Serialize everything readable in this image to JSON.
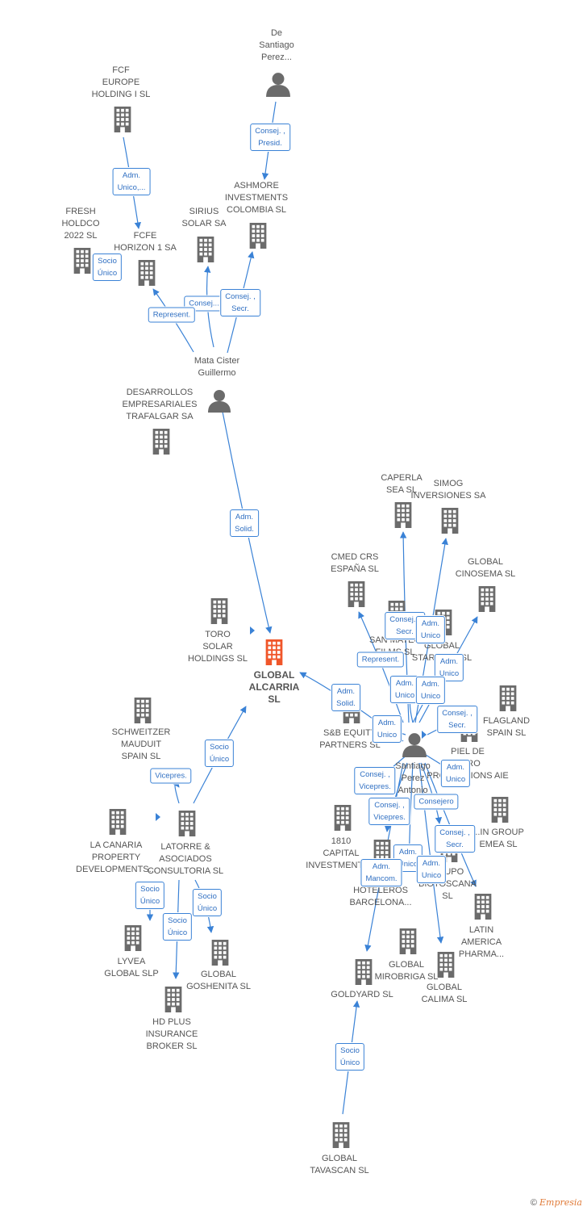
{
  "diagram": {
    "companies": [
      {
        "id": "global-alcarria",
        "label": "GLOBAL\nALCARRIA\nSL",
        "main": true
      },
      {
        "id": "fcf-europe",
        "label": "FCF\nEUROPE\nHOLDING I  SL"
      },
      {
        "id": "ashmore",
        "label": "ASHMORE\nINVESTMENTS\nCOLOMBIA SL"
      },
      {
        "id": "fresh-holdco",
        "label": "FRESH\nHOLDCO\n2022  SL"
      },
      {
        "id": "sirius",
        "label": "SIRIUS\nSOLAR SA"
      },
      {
        "id": "fcfe-horizon",
        "label": "FCFE\nHORIZON 1 SA"
      },
      {
        "id": "desarrollos",
        "label": "DESARROLLOS\nEMPRESARIALES\nTRAFALGAR SA"
      },
      {
        "id": "toro-solar",
        "label": "TORO\nSOLAR\nHOLDINGS  SL"
      },
      {
        "id": "schweitzer",
        "label": "SCHWEITZER\nMAUDUIT\nSPAIN SL"
      },
      {
        "id": "la-canaria",
        "label": "LA CANARIA\nPROPERTY\nDEVELOPMENTS..."
      },
      {
        "id": "latorre",
        "label": "LATORRE &\nASOCIADOS\nCONSULTORIA SL"
      },
      {
        "id": "lyvea",
        "label": "LYVEA\nGLOBAL  SLP"
      },
      {
        "id": "global-goshenita",
        "label": "GLOBAL\nGOSHENITA SL"
      },
      {
        "id": "hd-plus",
        "label": "HD PLUS\nINSURANCE\nBROKER  SL"
      },
      {
        "id": "caperla",
        "label": "CAPERLA\nSEA SL"
      },
      {
        "id": "simog",
        "label": "SIMOG\nINVERSIONES SA"
      },
      {
        "id": "cmed",
        "label": "CMED CRS\nESPAÑA  SL"
      },
      {
        "id": "global-cinosema",
        "label": "GLOBAL\nCINOSEMA SL"
      },
      {
        "id": "san-mateo",
        "label": "SAN MATEO\nFILMS SL"
      },
      {
        "id": "global-startup",
        "label": "GLOBAL\nSTARTUPS SL"
      },
      {
        "id": "sb-equity",
        "label": "S&B EQUITY\nPARTNERS  SL"
      },
      {
        "id": "flagland",
        "label": "FLAGLAND\nSPAIN SL"
      },
      {
        "id": "piel-de-toro",
        "label": "PIEL DE\nTORO\nPRODUCTIONS AIE"
      },
      {
        "id": "1810-capital",
        "label": "1810\nCAPITAL\nINVESTMENTS..."
      },
      {
        "id": "hoteleros",
        "label": "...DE\nHOTELEROS\nBARCELONA..."
      },
      {
        "id": "grupo-biotoscana",
        "label": "GRUPO\nBIOTOSCANA\nSL"
      },
      {
        "id": "pin-group",
        "label": "...IN GROUP\nEMEA  SL"
      },
      {
        "id": "latin-america",
        "label": "LATIN\nAMERICA\nPHARMA..."
      },
      {
        "id": "global-mirobriga",
        "label": "GLOBAL\nMIROBRIGA SL"
      },
      {
        "id": "global-calima",
        "label": "GLOBAL\nCALIMA SL"
      },
      {
        "id": "goldyard",
        "label": "GOLDYARD SL"
      },
      {
        "id": "global-tavascan",
        "label": "GLOBAL\nTAVASCAN  SL"
      }
    ],
    "persons": [
      {
        "id": "de-santiago",
        "label": "De\nSantiago\nPerez..."
      },
      {
        "id": "mata-cister",
        "label": "Mata Cister\nGuillermo"
      },
      {
        "id": "santiago-perez",
        "label": "Santiago\nPerez\nAntonio"
      }
    ],
    "relations": [
      {
        "id": "r1",
        "label": "Adm.\nUnico,..."
      },
      {
        "id": "r2",
        "label": "Consej. ,\nPresid."
      },
      {
        "id": "r3",
        "label": "Socio\nÚnico"
      },
      {
        "id": "r4",
        "label": "Consej..."
      },
      {
        "id": "r5",
        "label": "Consej. ,\nSecr."
      },
      {
        "id": "r6",
        "label": "Represent."
      },
      {
        "id": "r7",
        "label": "Adm.\nSolid."
      },
      {
        "id": "r8",
        "label": "Socio\nÚnico"
      },
      {
        "id": "r9",
        "label": "Vicepres."
      },
      {
        "id": "r10",
        "label": "Socio\nÚnico"
      },
      {
        "id": "r11",
        "label": "Socio\nÚnico"
      },
      {
        "id": "r12",
        "label": "Socio\nÚnico"
      },
      {
        "id": "r13",
        "label": "Consej. ,\nSecr."
      },
      {
        "id": "r14",
        "label": "Adm.\nUnico"
      },
      {
        "id": "r15",
        "label": "Represent."
      },
      {
        "id": "r16",
        "label": "Adm.\nUnico"
      },
      {
        "id": "r17",
        "label": "Adm.\nUnico"
      },
      {
        "id": "r18",
        "label": "Adm.\nUnico"
      },
      {
        "id": "r19",
        "label": "Adm.\nSolid."
      },
      {
        "id": "r20",
        "label": "Adm.\nUnico"
      },
      {
        "id": "r21",
        "label": "Consej. ,\nSecr."
      },
      {
        "id": "r22",
        "label": "Consej. ,\nVicepres."
      },
      {
        "id": "r23",
        "label": "Adm.\nUnico"
      },
      {
        "id": "r24",
        "label": "Consejero"
      },
      {
        "id": "r25",
        "label": "Consej. ,\nVicepres."
      },
      {
        "id": "r26",
        "label": "Consej. ,\nSecr."
      },
      {
        "id": "r27",
        "label": "Adm.\nUnico"
      },
      {
        "id": "r28",
        "label": "Adm.\nMancom."
      },
      {
        "id": "r29",
        "label": "Adm.\nUnico"
      },
      {
        "id": "r30",
        "label": "Socio\nÚnico"
      }
    ]
  },
  "colors": {
    "edge": "#3a82d6",
    "icon": "#6b6b6b",
    "main": "#f0562a"
  },
  "footer": {
    "copyright_symbol": "©",
    "brand": "Empresia"
  }
}
